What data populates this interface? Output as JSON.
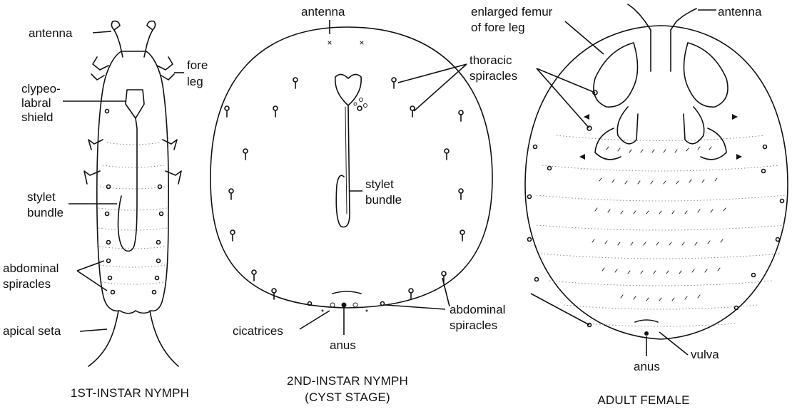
{
  "figure": {
    "panels": [
      {
        "caption": "1ST-INSTAR NYMPH",
        "labels": {
          "antenna": "antenna",
          "fore_leg": [
            "fore",
            "leg"
          ],
          "clypeo": [
            "clypeo-",
            "labral",
            "shield"
          ],
          "stylet": [
            "stylet",
            "bundle"
          ],
          "abd": [
            "abdominal",
            "spiracles"
          ],
          "apical": "apical seta"
        }
      },
      {
        "caption": [
          "2ND-INSTAR NYMPH",
          "(CYST STAGE)"
        ],
        "labels": {
          "antenna": "antenna",
          "stylet": [
            "stylet",
            "bundle"
          ],
          "cicatrices": "cicatrices",
          "anus": "anus",
          "abd": [
            "abdominal",
            "spiracles"
          ]
        }
      },
      {
        "caption": "ADULT FEMALE",
        "labels": {
          "femur": [
            "enlarged femur",
            "of fore leg"
          ],
          "antenna": "antenna",
          "thoracic": [
            "thoracic",
            "spiracles"
          ],
          "anus": "anus",
          "vulva": "vulva"
        }
      }
    ]
  }
}
